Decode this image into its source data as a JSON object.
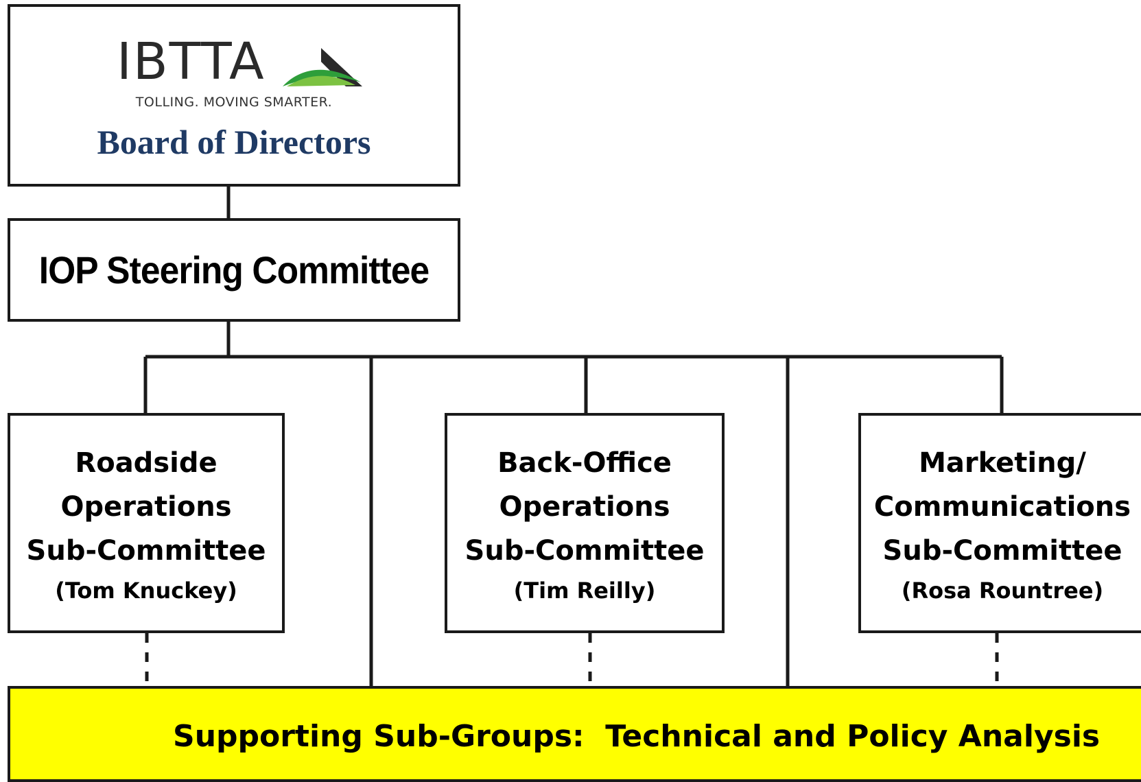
{
  "board": {
    "logo_text": "IBTTA",
    "tagline": "TOLLING. MOVING SMARTER.",
    "title": "Board of Directors"
  },
  "steering": {
    "title": "IOP Steering Committee"
  },
  "subcommittees": [
    {
      "line1": "Roadside",
      "line2": "Operations",
      "line3": "Sub-Committee",
      "chair": "(Tom Knuckey)"
    },
    {
      "line1": "Back-Office",
      "line2": "Operations",
      "line3": "Sub-Committee",
      "chair": "(Tim Reilly)"
    },
    {
      "line1": "Marketing/",
      "line2": "Communications",
      "line3": "Sub-Committee",
      "chair": "(Rosa Rountree)"
    }
  ],
  "support": {
    "title": "Supporting Sub-Groups:  Technical and Policy Analysis"
  },
  "colors": {
    "board_title": "#1f3a64",
    "support_fill": "#ffff00",
    "logo_green": "#2e9e3a",
    "line": "#1a1a1a"
  }
}
